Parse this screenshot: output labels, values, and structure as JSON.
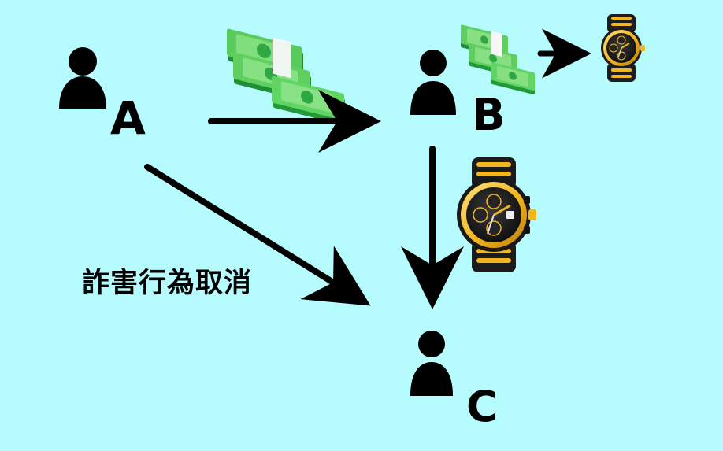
{
  "diagram": {
    "nodes": [
      {
        "id": "A",
        "label": "A"
      },
      {
        "id": "B",
        "label": "B"
      },
      {
        "id": "C",
        "label": "C"
      }
    ],
    "edges": [
      {
        "from": "A",
        "to": "B",
        "item": "money-icon"
      },
      {
        "from": "B",
        "to": "watch",
        "item": "money-icon"
      },
      {
        "from": "B",
        "to": "C",
        "item": "watch-icon"
      },
      {
        "from": "A",
        "to": "C",
        "label": "詐害行為取消"
      }
    ],
    "annotation": "詐害行為取消"
  },
  "icons": {
    "person": "person-icon",
    "money": "money-icon",
    "watch": "watch-icon",
    "arrow": "arrow-right-icon"
  },
  "colors": {
    "background": "#b6fbfd",
    "person": "#000000",
    "arrow": "#000000",
    "money_dark": "#209c37",
    "money_light": "#66d86b",
    "watch_gold": "#f1b51f",
    "watch_black": "#1c1c1c"
  }
}
